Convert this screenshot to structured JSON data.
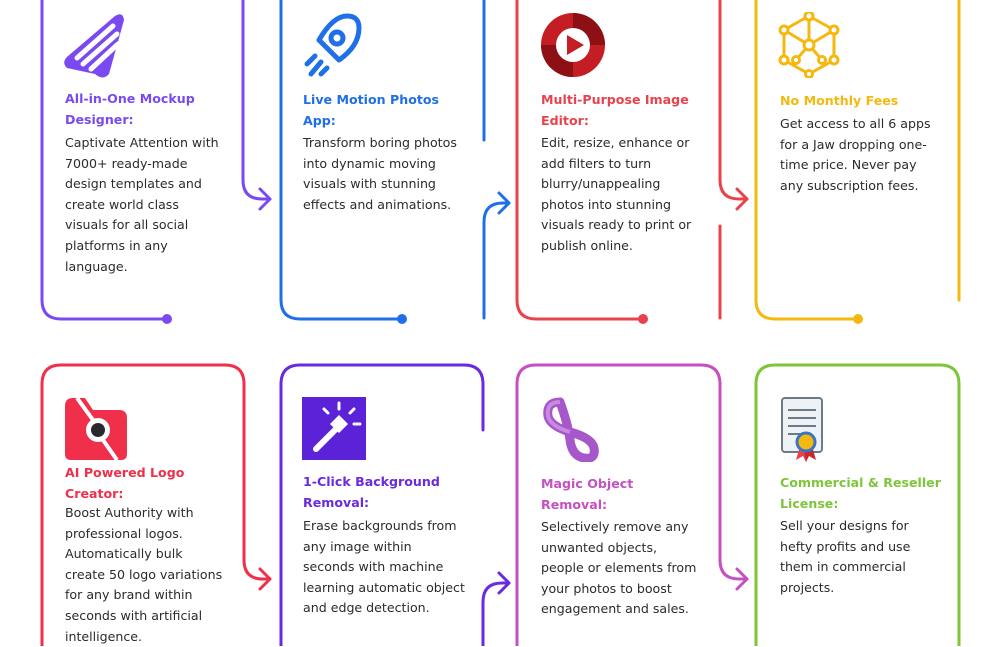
{
  "features": [
    {
      "title": "All-in-One Mockup Designer:",
      "description": "Captivate Attention with 7000+ ready-made design templates and create world class visuals for all social platforms in any language.",
      "icon": "mockup-designer-icon",
      "color": "#7a4af0"
    },
    {
      "title": "Live Motion Photos App:",
      "description": "Transform boring photos into dynamic moving visuals with stunning effects and animations.",
      "icon": "rocket-icon",
      "color": "#1f6fe8"
    },
    {
      "title": "Multi-Purpose Image Editor:",
      "description": "Edit, resize, enhance or add filters to turn blurry/unappealing photos into stunning visuals ready to print or publish online.",
      "icon": "play-button-icon",
      "color": "#e8434d"
    },
    {
      "title": "No Monthly Fees",
      "description": "Get access to all 6 apps for a Jaw dropping one-time price. Never pay any subscription fees.",
      "icon": "network-cube-icon",
      "color": "#f5b80f"
    },
    {
      "title": "AI Powered Logo Creator:",
      "description": "Boost Authority with professional logos. Automatically bulk create 50 logo variations for any brand within seconds with artificial intelligence.",
      "icon": "logo-creator-icon",
      "color": "#f0304a"
    },
    {
      "title": "1-Click Background Removal:",
      "description": "Erase backgrounds from any image within seconds with machine learning automatic object and edge detection.",
      "icon": "magic-wand-icon",
      "color": "#6a2ae0"
    },
    {
      "title": "Magic Object Removal:",
      "description": "Selectively remove any unwanted objects, people or elements from your photos to boost engagement and sales.",
      "icon": "infinity-icon",
      "color": "#c54fc3"
    },
    {
      "title": "Commercial & Reseller License:",
      "description": "Sell your designs for hefty profits and use them in commercial projects.",
      "icon": "certificate-icon",
      "color": "#7dc63a"
    }
  ]
}
